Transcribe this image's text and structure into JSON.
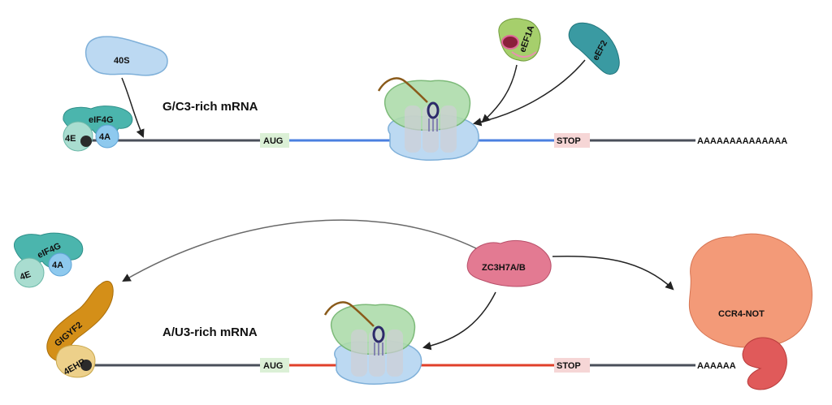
{
  "top_panel": {
    "mrna_label": "G/C3-rich mRNA",
    "proteins": {
      "small_subunit": "40S",
      "scaffold": "eIF4G",
      "cap_binder": "4E",
      "helicase": "4A",
      "elongation_1": "eEF1A",
      "elongation_2": "eEF2"
    },
    "start_codon": "AUG",
    "stop_codon": "STOP",
    "polya_tail": "AAAAAAAAAAAAAA",
    "cds_color": "#4a7fe0"
  },
  "bottom_panel": {
    "mrna_label": "A/U3-rich mRNA",
    "proteins": {
      "scaffold": "eIF4G",
      "cap_binder": "4E",
      "helicase": "4A",
      "repressor": "GIGYF2",
      "cap_repressor": "4EHP",
      "rbp": "ZC3H7A/B",
      "deadenylase": "CCR4-NOT"
    },
    "start_codon": "AUG",
    "stop_codon": "STOP",
    "polya_tail": "AAAAAA",
    "cds_color": "#e0402a"
  }
}
